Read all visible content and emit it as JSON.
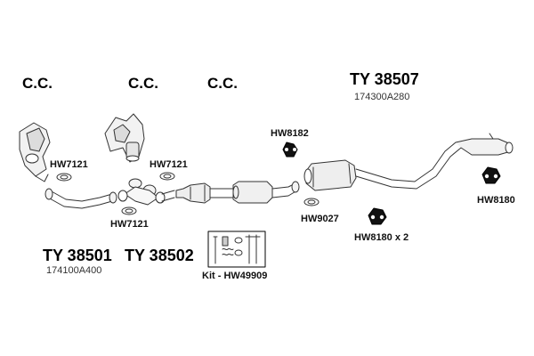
{
  "labels": {
    "cc_1": "C.C.",
    "cc_2": "C.C.",
    "cc_3": "C.C.",
    "ty_38507": "TY 38507",
    "ty_38507_code": "174300A280",
    "ty_38501": "TY 38501",
    "ty_38501_code": "174100A400",
    "ty_38502": "TY 38502",
    "hw8182": "HW8182",
    "hw7121_a": "HW7121",
    "hw7121_b": "HW7121",
    "hw7121_c": "HW7121",
    "hw9027": "HW9027",
    "hw8180_x2": "HW8180 x 2",
    "hw8180": "HW8180",
    "kit": "Kit - HW49909"
  },
  "parts": [
    {
      "name": "catalytic-converter-left",
      "kind": "cc"
    },
    {
      "name": "catalytic-converter-middle",
      "kind": "cc"
    },
    {
      "name": "front-pipe",
      "kind": "pipe"
    },
    {
      "name": "y-pipe",
      "kind": "pipe"
    },
    {
      "name": "center-catalyst-pipe",
      "kind": "pipe"
    },
    {
      "name": "rear-muffler-assembly",
      "kind": "muffler"
    },
    {
      "name": "rubber-hanger",
      "kind": "hanger"
    },
    {
      "name": "gasket",
      "kind": "gasket"
    },
    {
      "name": "fitting-kit",
      "kind": "kit"
    }
  ]
}
